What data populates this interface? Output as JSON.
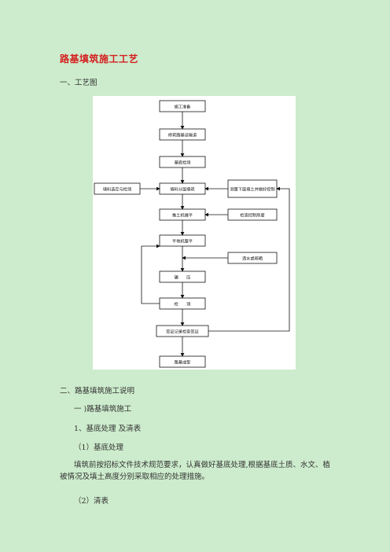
{
  "doc": {
    "title": "路基填筑施工工艺",
    "section1": "一、工艺图",
    "section2": "二、路基填筑施工说明",
    "sub1": "一 )路基填筑施工",
    "item1": "1、基底处理 及清表",
    "item1a": "（1）基底处理",
    "para": "填筑前按招标文件技术规范要求，认真做好基底处理,根据基底土质、水文、植被情况及填土高度分别采取相应的处理措施。",
    "item1b": "（2）清表"
  },
  "flowchart": {
    "main": [
      {
        "id": "prep",
        "label": "施工准备"
      },
      {
        "id": "access",
        "label": "修筑路基运输道"
      },
      {
        "id": "base",
        "label": "基底检测"
      },
      {
        "id": "layer",
        "label": "填料分层填筑"
      },
      {
        "id": "spread",
        "label": "推土机摊平"
      },
      {
        "id": "level",
        "label": "平地机整平"
      },
      {
        "id": "compact",
        "label": "碾　　压"
      },
      {
        "id": "check",
        "label": "检　　测"
      },
      {
        "id": "sign",
        "label": "签证记录检查签证"
      },
      {
        "id": "finish",
        "label": "路基成型"
      }
    ],
    "side": {
      "material": "填料选定与检测",
      "measure": "测量下层填土并做好控制",
      "thickness": "检查控制厚度",
      "moisture": "洒水或晾晒"
    }
  }
}
